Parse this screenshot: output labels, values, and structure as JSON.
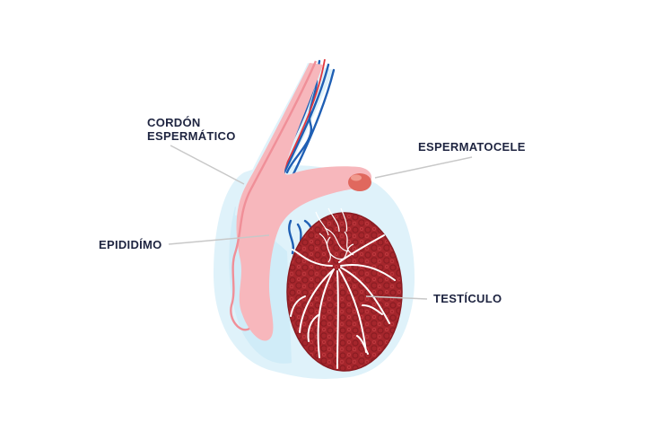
{
  "labels": {
    "cordon_line1": "CORDÓN",
    "cordon_line2": "ESPERMÁTICO",
    "espermatocele": "ESPERMATOCELE",
    "epididimo": "EPIDIDÍMO",
    "testiculo": "TESTÍCULO"
  },
  "colors": {
    "label_text": "#1e2440",
    "leader_line": "#c8c8c8",
    "tunica": "#dff2fa",
    "epididymis": "#f7b7bc",
    "testis": "#a5262c",
    "veins": "#1f5fb4",
    "artery": "#e2383f",
    "cyst": "#e0685e"
  }
}
